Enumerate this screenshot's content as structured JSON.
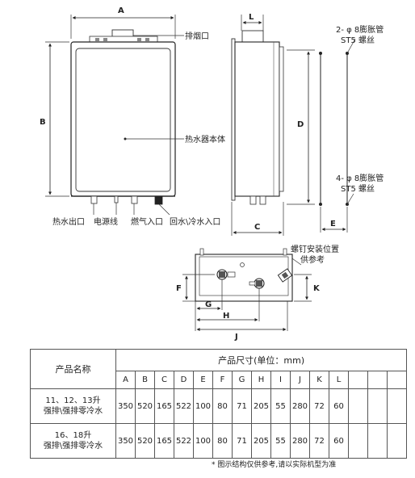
{
  "labels": {
    "dims": {
      "A": "A",
      "B": "B",
      "C": "C",
      "D": "D",
      "E": "E",
      "F": "F",
      "G": "G",
      "H": "H",
      "J": "J",
      "K": "K",
      "L": "L"
    },
    "exhaust": "排烟口",
    "body": "热水器本体",
    "hot_out": "热水出口",
    "power": "电源线",
    "gas_in": "燃气入口",
    "water_in": "回水\\冷水入口",
    "bolt_top_1": "2- φ 8膨胀管",
    "bolt_top_2": "ST5 螺丝",
    "bolt_bot_1": "4- φ 8膨胀管",
    "bolt_bot_2": "ST5 螺丝",
    "screw_pos_1": "螺钉安装位置",
    "screw_pos_2": "供参考"
  },
  "table": {
    "name_header": "产品名称",
    "size_header": "产品尺寸(单位：mm)",
    "columns": [
      "A",
      "B",
      "C",
      "D",
      "E",
      "F",
      "G",
      "H",
      "I",
      "J",
      "K",
      "L"
    ],
    "rows": [
      {
        "name_1": "11、12、13升",
        "name_2": "强排\\强排零冷水",
        "values": [
          "350",
          "520",
          "165",
          "522",
          "100",
          "80",
          "71",
          "205",
          "55",
          "280",
          "72",
          "60"
        ]
      },
      {
        "name_1": "16、18升",
        "name_2": "强排\\强排零冷水",
        "values": [
          "350",
          "520",
          "165",
          "522",
          "100",
          "80",
          "71",
          "205",
          "55",
          "280",
          "72",
          "60"
        ]
      }
    ]
  },
  "note": "* 图示结构仅供参考,请以实际机型为准"
}
